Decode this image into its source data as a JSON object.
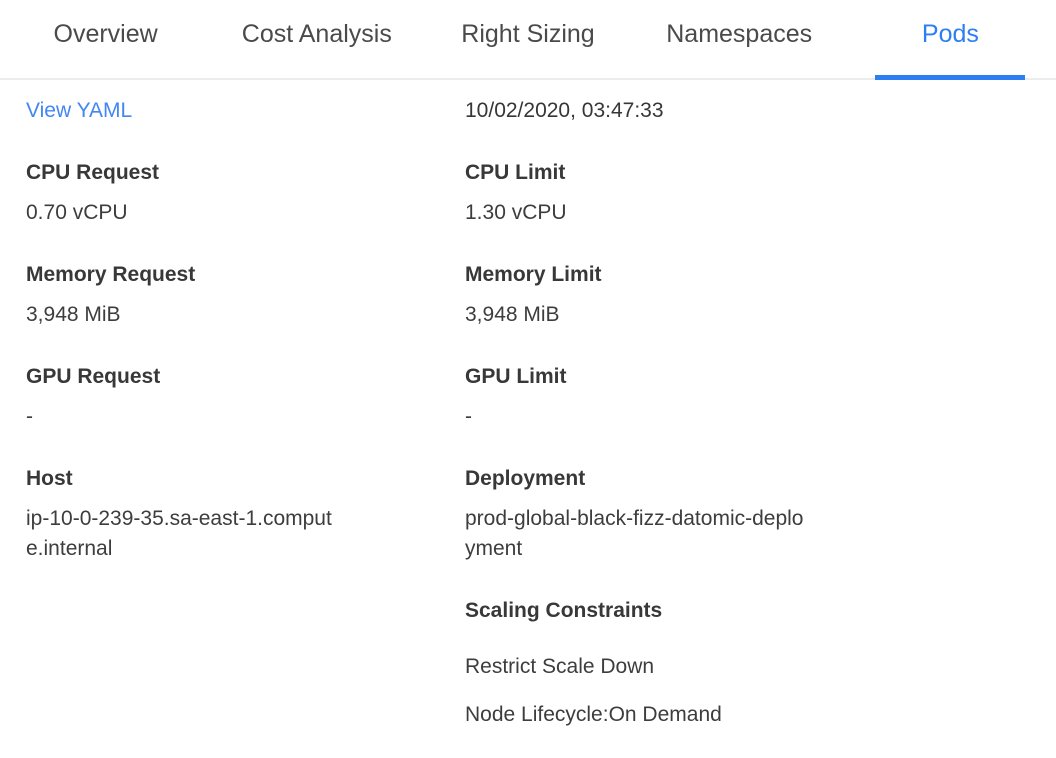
{
  "colors": {
    "active_tab_blue": "#2b7ff2",
    "link_blue": "#4286f4",
    "tab_text": "#4a4a4a",
    "label_text": "#383838",
    "value_text": "#3d3d3d",
    "divider": "#ececec"
  },
  "tabs": {
    "items": [
      {
        "label": "Overview",
        "active": false
      },
      {
        "label": "Cost Analysis",
        "active": false
      },
      {
        "label": "Right Sizing",
        "active": false
      },
      {
        "label": "Namespaces",
        "active": false
      },
      {
        "label": "Pods",
        "active": true
      }
    ]
  },
  "header_row": {
    "view_yaml_label": "View YAML",
    "timestamp": "10/02/2020, 03:47:33"
  },
  "left_column": {
    "fields": [
      {
        "label": "CPU Request",
        "value": "0.70 vCPU"
      },
      {
        "label": "Memory Request",
        "value": "3,948 MiB"
      },
      {
        "label": "GPU Request",
        "value": "-"
      },
      {
        "label": "Host",
        "value": "ip-10-0-239-35.sa-east-1.compute.internal",
        "is_link": true
      }
    ]
  },
  "right_column": {
    "fields": [
      {
        "label": "CPU Limit",
        "value": "1.30 vCPU"
      },
      {
        "label": "Memory Limit",
        "value": "3,948 MiB"
      },
      {
        "label": "GPU Limit",
        "value": "-"
      },
      {
        "label": "Deployment",
        "value": "prod-global-black-fizz-datomic-deployment",
        "is_link": true
      }
    ],
    "scaling": {
      "label": "Scaling Constraints",
      "constraints": [
        "Restrict Scale Down",
        "Node Lifecycle:On Demand"
      ]
    }
  }
}
